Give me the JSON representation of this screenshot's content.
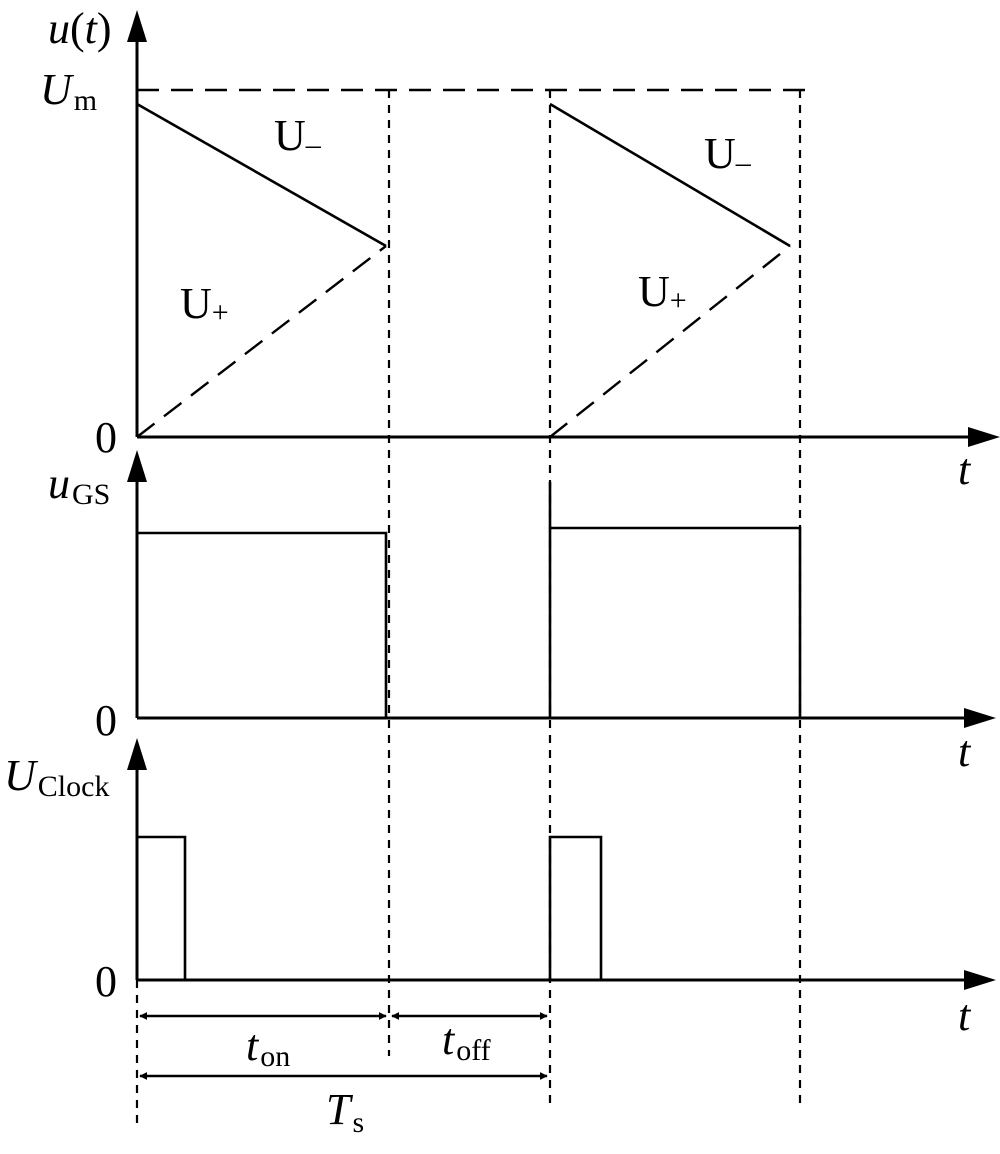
{
  "top_plot": {
    "y_label_main": "u",
    "y_label_paren": "(t)",
    "y_label_arg": "t",
    "level_main": "U",
    "level_sub": "m",
    "zero": "0",
    "x_label": "t",
    "u_minus": {
      "base": "U",
      "sign": "–"
    },
    "u_plus": {
      "base": "U",
      "sign": "+"
    }
  },
  "middle_plot": {
    "y_label_main": "u",
    "y_label_sub": "GS",
    "zero": "0",
    "x_label": "t"
  },
  "bottom_plot": {
    "y_label_main": "U",
    "y_label_sub": "Clock",
    "zero": "0",
    "x_label": "t"
  },
  "timing": {
    "t_on_main": "t",
    "t_on_sub": "on",
    "t_off_main": "t",
    "t_off_sub": "off",
    "period_main": "T",
    "period_sub": "s"
  }
}
